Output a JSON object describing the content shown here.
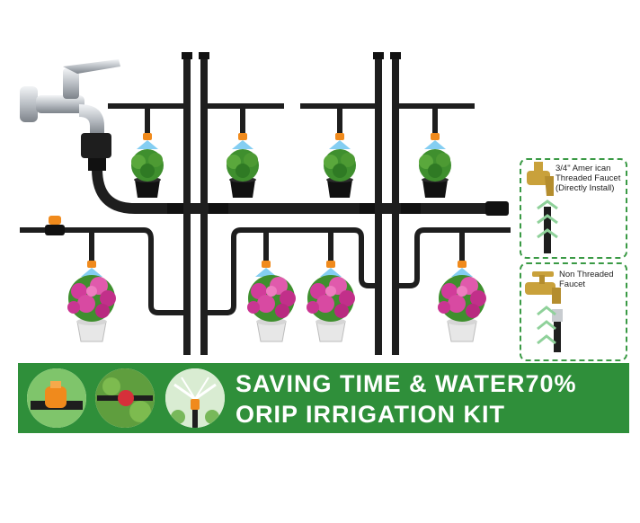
{
  "banner": {
    "line1": "SAVING TIME & WATER70%",
    "line2": "ORIP IRRIGATION KIT"
  },
  "panels": {
    "threaded_label": "3/4\" Amer ican Threaded Faucet (Directly Install)",
    "non_threaded_label": "Non Threaded Faucet"
  },
  "colors": {
    "banner_green": "#2f8f3a",
    "pipe_black": "#1e1e1e",
    "connector_orange": "#f08a1c",
    "mist_blue": "#6ec6f0",
    "flower_pink": "#d13c9a",
    "leaf_green": "#3f8f2e",
    "brass": "#c9a13b",
    "chrome": "#c8ccd0",
    "panel_border": "#3a9a45"
  },
  "icons": [
    "faucet-icon",
    "drip-emitter-icon",
    "potted-plant-icon",
    "flower-pot-icon",
    "arrow-up-icon"
  ]
}
